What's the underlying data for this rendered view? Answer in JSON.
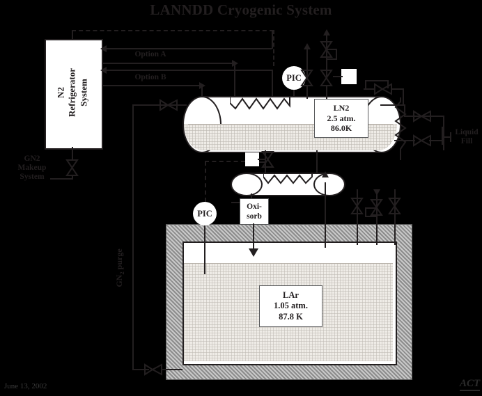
{
  "title": "LANNDD Cryogenic System",
  "footer": {
    "date": "June 13, 2002",
    "logo": "ACT"
  },
  "labels": {
    "option_a": "Option A",
    "option_b": "Option B",
    "liquid_fill_l1": "Liquid",
    "liquid_fill_l2": "Fill",
    "gn2_purge": "GN2  purge",
    "gn2_purge_prefix": "GN",
    "gn2_purge_sub": "2",
    "gn2_purge_suffix": " purge"
  },
  "blocks": {
    "refrigerator": {
      "line1": "N2",
      "line2": "Refrigerator",
      "line3": "System"
    },
    "gn2_makeup": {
      "line1": "GN2",
      "line2": "Makeup",
      "line3": "System"
    },
    "ln2": {
      "line1": "LN2",
      "line2": "2.5 atm.",
      "line3": "86.0K"
    },
    "lar": {
      "line1": "LAr",
      "line2": "1.05 atm.",
      "line3": "87.8 K"
    },
    "oxisorb": {
      "line1": "Oxi-",
      "line2": "sorb"
    }
  },
  "instruments": {
    "pic_upper": "PIC",
    "pic_lower": "PIC"
  },
  "colors": {
    "background": "#000000",
    "line": "#231f20",
    "fill_white": "#ffffff",
    "insulation": "#9a9a9a",
    "liquid": "#eeeae4",
    "title": "#231f20"
  }
}
